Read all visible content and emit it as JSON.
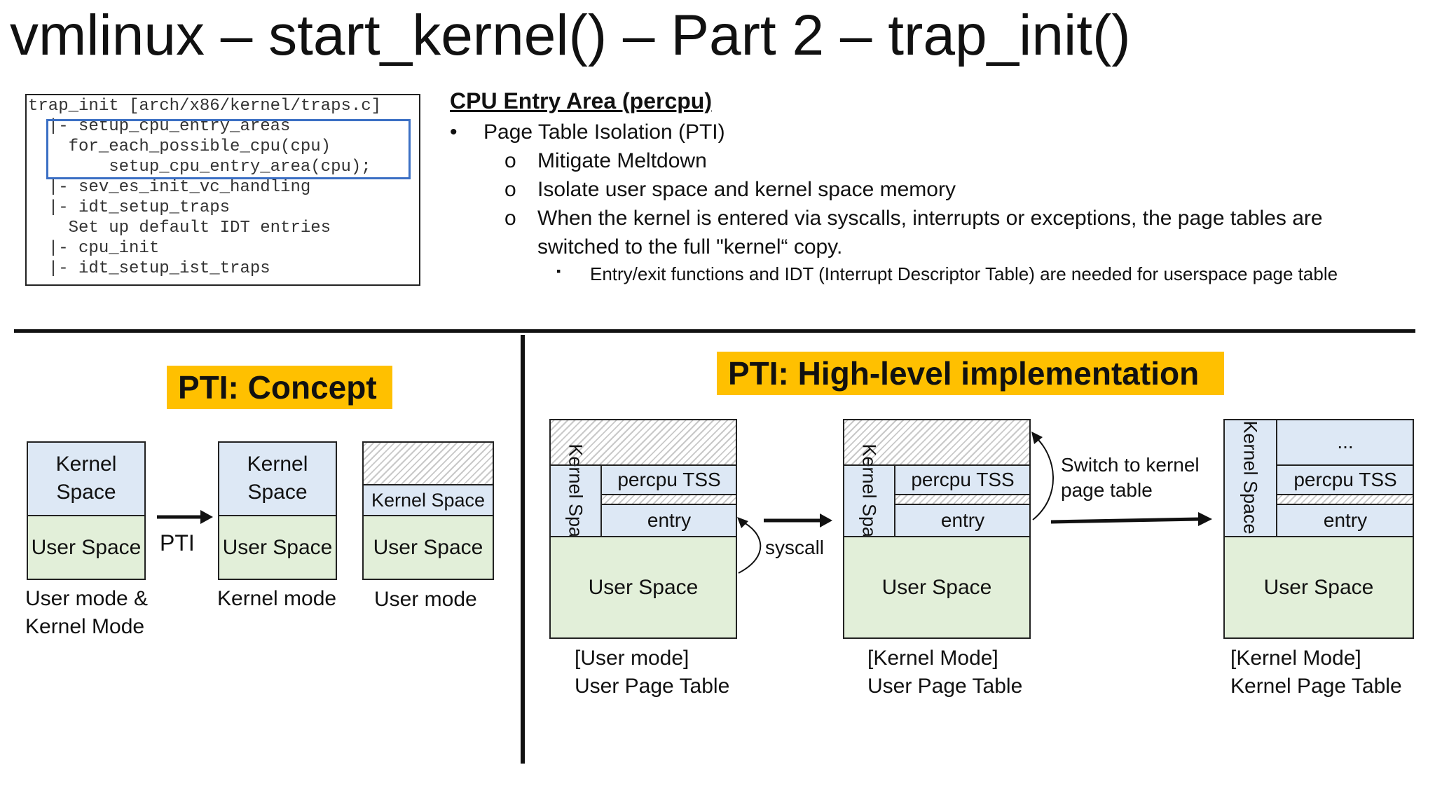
{
  "title": "vmlinux – start_kernel() – Part 2 – trap_init()",
  "code_lines": [
    "trap_init [arch/x86/kernel/traps.c]",
    "  |- setup_cpu_entry_areas",
    "    for_each_possible_cpu(cpu)",
    "        setup_cpu_entry_area(cpu);",
    "  |- sev_es_init_vc_handling",
    "  |- idt_setup_traps",
    "    Set up default IDT entries",
    "  |- cpu_init",
    "  |- idt_setup_ist_traps"
  ],
  "cpu_entry_area": {
    "heading": "CPU Entry Area (percpu)",
    "bullet": "Page Table Isolation (PTI)",
    "sub_bullets": [
      "Mitigate Meltdown",
      "Isolate user space and kernel space memory",
      "When the kernel is entered via syscalls, interrupts or exceptions, the page tables are",
      "switched to the full \"kernel“ copy."
    ],
    "subsub_bullet": "Entry/exit functions and IDT (Interrupt Descriptor Table) are needed for userspace page table",
    "bullet_symbol": "•",
    "sub_symbol": "o",
    "subsub_symbol": "▪"
  },
  "concept": {
    "tag": "PTI: Concept",
    "box1": {
      "kernel": "Kernel Space",
      "user": "User Space",
      "caption_l1": "User mode &",
      "caption_l2": "Kernel Mode"
    },
    "arrow_label": "PTI",
    "box2": {
      "kernel": "Kernel Space",
      "user": "User Space",
      "caption": "Kernel mode"
    },
    "box3": {
      "kernel": "Kernel Space",
      "user": "User Space",
      "caption": "User mode"
    }
  },
  "impl": {
    "tag": "PTI: High-level implementation",
    "kernel_space_label": "Kernel Space",
    "percpu_tss": "percpu TSS",
    "entry": "entry",
    "ellipsis": "...",
    "user_space": "User Space",
    "syscall_label": "syscall",
    "switch_label_l1": "Switch to kernel",
    "switch_label_l2": "page table",
    "tables": [
      {
        "mode": "[User mode]",
        "table": "User Page Table"
      },
      {
        "mode": "[Kernel Mode]",
        "table": "User Page Table"
      },
      {
        "mode": "[Kernel Mode]",
        "table": "Kernel Page Table"
      }
    ]
  },
  "colors": {
    "kernel_fill": "#dde8f5",
    "user_fill": "#e2efd9",
    "tag_fill": "#ffc000",
    "highlight_border": "#3b6fc4"
  }
}
